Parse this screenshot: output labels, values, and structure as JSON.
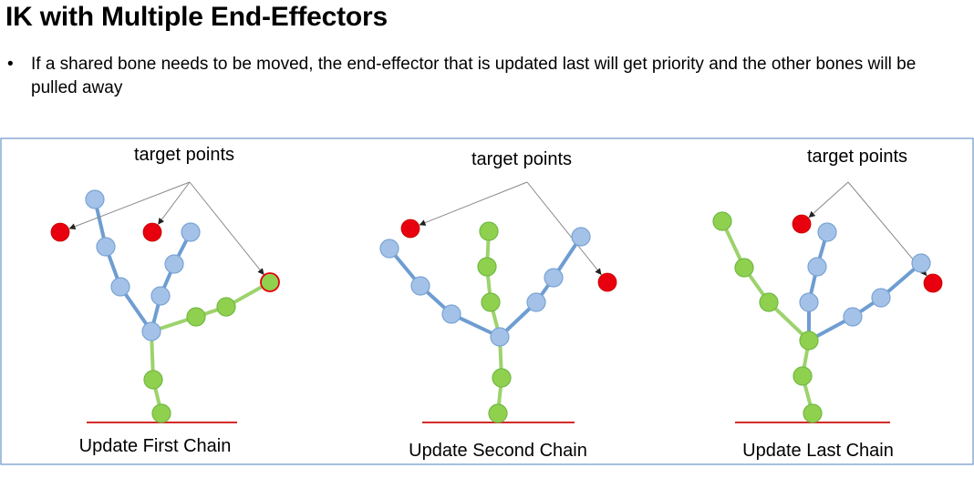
{
  "slide": {
    "title": "IK with Multiple End-Effectors",
    "bullet_marker": "•",
    "bullet": "If a shared bone needs to be moved, the end-effector that is updated last will get priority and the other bones will be pulled away"
  },
  "colors": {
    "frame": "#6a95c8",
    "blue_joint_fill": "#a4c2e8",
    "blue_joint_stroke": "#7aa3d4",
    "blue_bone": "#6e9dd2",
    "green_joint_fill": "#8fd14f",
    "green_joint_stroke": "#72b843",
    "green_bone": "#9cd36c",
    "target": "#e8000e",
    "ground": "#d42a2a",
    "arrow": "#888888"
  },
  "panels": [
    {
      "label": "target points",
      "caption": "Update First Chain"
    },
    {
      "label": "target points",
      "caption": "Update Second Chain"
    },
    {
      "label": "target points",
      "caption": "Update Last Chain"
    }
  ]
}
